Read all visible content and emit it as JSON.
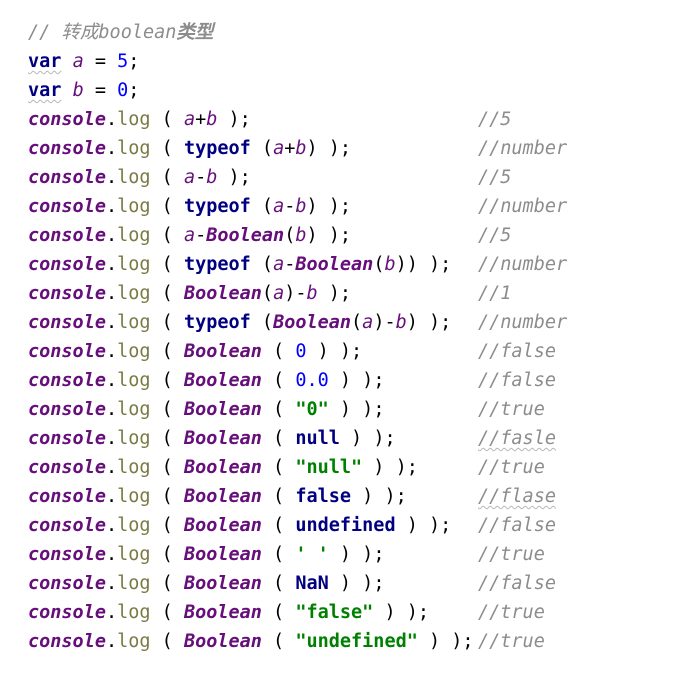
{
  "editor": {
    "lines": [
      [
        {
          "t": "// 转成boolean",
          "c": "t-comment"
        },
        {
          "t": "类型",
          "c": "t-comment-bold"
        }
      ],
      [
        {
          "t": "var",
          "c": "t-kw t-squig"
        },
        {
          "t": " ",
          "c": "t-punct"
        },
        {
          "t": "a",
          "c": "t-var"
        },
        {
          "t": " = ",
          "c": "t-punct"
        },
        {
          "t": "5",
          "c": "t-num"
        },
        {
          "t": ";",
          "c": "t-punct"
        }
      ],
      [
        {
          "t": "var",
          "c": "t-kw t-squig"
        },
        {
          "t": " ",
          "c": "t-punct"
        },
        {
          "t": "b",
          "c": "t-var"
        },
        {
          "t": " = ",
          "c": "t-punct"
        },
        {
          "t": "0",
          "c": "t-num"
        },
        {
          "t": ";",
          "c": "t-punct"
        }
      ],
      [
        {
          "t": "console",
          "c": "t-obj"
        },
        {
          "t": ".",
          "c": "t-punct"
        },
        {
          "t": "log",
          "c": "t-method"
        },
        {
          "t": " ( ",
          "c": "t-punct"
        },
        {
          "t": "a",
          "c": "t-var"
        },
        {
          "t": "+",
          "c": "t-punct"
        },
        {
          "t": "b",
          "c": "t-var"
        },
        {
          "t": " );",
          "c": "t-punct"
        },
        {
          "t": "//5",
          "c": "t-comment",
          "col": true
        }
      ],
      [
        {
          "t": "console",
          "c": "t-obj"
        },
        {
          "t": ".",
          "c": "t-punct"
        },
        {
          "t": "log",
          "c": "t-method"
        },
        {
          "t": " ( ",
          "c": "t-punct"
        },
        {
          "t": "typeof",
          "c": "t-kw"
        },
        {
          "t": " (",
          "c": "t-punct"
        },
        {
          "t": "a",
          "c": "t-var"
        },
        {
          "t": "+",
          "c": "t-punct"
        },
        {
          "t": "b",
          "c": "t-var"
        },
        {
          "t": ") );",
          "c": "t-punct"
        },
        {
          "t": "//number",
          "c": "t-comment",
          "col": true
        }
      ],
      [
        {
          "t": "console",
          "c": "t-obj"
        },
        {
          "t": ".",
          "c": "t-punct"
        },
        {
          "t": "log",
          "c": "t-method"
        },
        {
          "t": " ( ",
          "c": "t-punct"
        },
        {
          "t": "a",
          "c": "t-var"
        },
        {
          "t": "-",
          "c": "t-punct"
        },
        {
          "t": "b",
          "c": "t-var"
        },
        {
          "t": " );",
          "c": "t-punct"
        },
        {
          "t": "//5",
          "c": "t-comment",
          "col": true
        }
      ],
      [
        {
          "t": "console",
          "c": "t-obj"
        },
        {
          "t": ".",
          "c": "t-punct"
        },
        {
          "t": "log",
          "c": "t-method"
        },
        {
          "t": " ( ",
          "c": "t-punct"
        },
        {
          "t": "typeof",
          "c": "t-kw"
        },
        {
          "t": " (",
          "c": "t-punct"
        },
        {
          "t": "a",
          "c": "t-var"
        },
        {
          "t": "-",
          "c": "t-punct"
        },
        {
          "t": "b",
          "c": "t-var"
        },
        {
          "t": ") );",
          "c": "t-punct"
        },
        {
          "t": "//number",
          "c": "t-comment",
          "col": true
        }
      ],
      [
        {
          "t": "console",
          "c": "t-obj"
        },
        {
          "t": ".",
          "c": "t-punct"
        },
        {
          "t": "log",
          "c": "t-method"
        },
        {
          "t": " ( ",
          "c": "t-punct"
        },
        {
          "t": "a",
          "c": "t-var"
        },
        {
          "t": "-",
          "c": "t-punct"
        },
        {
          "t": "Boolean",
          "c": "t-fn"
        },
        {
          "t": "(",
          "c": "t-punct"
        },
        {
          "t": "b",
          "c": "t-var"
        },
        {
          "t": ") );",
          "c": "t-punct"
        },
        {
          "t": "//5",
          "c": "t-comment",
          "col": true
        }
      ],
      [
        {
          "t": "console",
          "c": "t-obj"
        },
        {
          "t": ".",
          "c": "t-punct"
        },
        {
          "t": "log",
          "c": "t-method"
        },
        {
          "t": " ( ",
          "c": "t-punct"
        },
        {
          "t": "typeof",
          "c": "t-kw"
        },
        {
          "t": " (",
          "c": "t-punct"
        },
        {
          "t": "a",
          "c": "t-var"
        },
        {
          "t": "-",
          "c": "t-punct"
        },
        {
          "t": "Boolean",
          "c": "t-fn"
        },
        {
          "t": "(",
          "c": "t-punct"
        },
        {
          "t": "b",
          "c": "t-var"
        },
        {
          "t": ")) );",
          "c": "t-punct"
        },
        {
          "t": "//number",
          "c": "t-comment",
          "col": true
        }
      ],
      [
        {
          "t": "console",
          "c": "t-obj"
        },
        {
          "t": ".",
          "c": "t-punct"
        },
        {
          "t": "log",
          "c": "t-method"
        },
        {
          "t": " ( ",
          "c": "t-punct"
        },
        {
          "t": "Boolean",
          "c": "t-fn"
        },
        {
          "t": "(",
          "c": "t-punct"
        },
        {
          "t": "a",
          "c": "t-var"
        },
        {
          "t": ")-",
          "c": "t-punct"
        },
        {
          "t": "b",
          "c": "t-var"
        },
        {
          "t": " );",
          "c": "t-punct"
        },
        {
          "t": "//1",
          "c": "t-comment",
          "col": true
        }
      ],
      [
        {
          "t": "console",
          "c": "t-obj"
        },
        {
          "t": ".",
          "c": "t-punct"
        },
        {
          "t": "log",
          "c": "t-method"
        },
        {
          "t": " ( ",
          "c": "t-punct"
        },
        {
          "t": "typeof",
          "c": "t-kw"
        },
        {
          "t": " (",
          "c": "t-punct"
        },
        {
          "t": "Boolean",
          "c": "t-fn"
        },
        {
          "t": "(",
          "c": "t-punct"
        },
        {
          "t": "a",
          "c": "t-var"
        },
        {
          "t": ")-",
          "c": "t-punct"
        },
        {
          "t": "b",
          "c": "t-var"
        },
        {
          "t": ") );",
          "c": "t-punct"
        },
        {
          "t": "//number",
          "c": "t-comment",
          "col": true
        }
      ],
      [
        {
          "t": "console",
          "c": "t-obj"
        },
        {
          "t": ".",
          "c": "t-punct"
        },
        {
          "t": "log",
          "c": "t-method"
        },
        {
          "t": " ( ",
          "c": "t-punct"
        },
        {
          "t": "Boolean",
          "c": "t-fn"
        },
        {
          "t": " ( ",
          "c": "t-punct"
        },
        {
          "t": "0",
          "c": "t-num"
        },
        {
          "t": " ) );",
          "c": "t-punct"
        },
        {
          "t": "//false",
          "c": "t-comment",
          "col": true
        }
      ],
      [
        {
          "t": "console",
          "c": "t-obj"
        },
        {
          "t": ".",
          "c": "t-punct"
        },
        {
          "t": "log",
          "c": "t-method"
        },
        {
          "t": " ( ",
          "c": "t-punct"
        },
        {
          "t": "Boolean",
          "c": "t-fn"
        },
        {
          "t": " ( ",
          "c": "t-punct"
        },
        {
          "t": "0.0",
          "c": "t-num"
        },
        {
          "t": " ) );",
          "c": "t-punct"
        },
        {
          "t": "//false",
          "c": "t-comment",
          "col": true
        }
      ],
      [
        {
          "t": "console",
          "c": "t-obj"
        },
        {
          "t": ".",
          "c": "t-punct"
        },
        {
          "t": "log",
          "c": "t-method"
        },
        {
          "t": " ( ",
          "c": "t-punct"
        },
        {
          "t": "Boolean",
          "c": "t-fn"
        },
        {
          "t": " ( ",
          "c": "t-punct"
        },
        {
          "t": "\"0\"",
          "c": "t-str"
        },
        {
          "t": " ) );",
          "c": "t-punct"
        },
        {
          "t": "//true",
          "c": "t-comment",
          "col": true
        }
      ],
      [
        {
          "t": "console",
          "c": "t-obj"
        },
        {
          "t": ".",
          "c": "t-punct"
        },
        {
          "t": "log",
          "c": "t-method"
        },
        {
          "t": " ( ",
          "c": "t-punct"
        },
        {
          "t": "Boolean",
          "c": "t-fn"
        },
        {
          "t": " ( ",
          "c": "t-punct"
        },
        {
          "t": "null",
          "c": "t-kw"
        },
        {
          "t": " ) );",
          "c": "t-punct"
        },
        {
          "t": "//fasle",
          "c": "t-comment t-squig",
          "col": true
        }
      ],
      [
        {
          "t": "console",
          "c": "t-obj"
        },
        {
          "t": ".",
          "c": "t-punct"
        },
        {
          "t": "log",
          "c": "t-method"
        },
        {
          "t": " ( ",
          "c": "t-punct"
        },
        {
          "t": "Boolean",
          "c": "t-fn"
        },
        {
          "t": " ( ",
          "c": "t-punct"
        },
        {
          "t": "\"null\"",
          "c": "t-str"
        },
        {
          "t": " ) );",
          "c": "t-punct"
        },
        {
          "t": "//true",
          "c": "t-comment",
          "col": true
        }
      ],
      [
        {
          "t": "console",
          "c": "t-obj"
        },
        {
          "t": ".",
          "c": "t-punct"
        },
        {
          "t": "log",
          "c": "t-method"
        },
        {
          "t": " ( ",
          "c": "t-punct"
        },
        {
          "t": "Boolean",
          "c": "t-fn"
        },
        {
          "t": " ( ",
          "c": "t-punct"
        },
        {
          "t": "false",
          "c": "t-kw"
        },
        {
          "t": " ) );",
          "c": "t-punct"
        },
        {
          "t": "//flase",
          "c": "t-comment t-squig",
          "col": true
        }
      ],
      [
        {
          "t": "console",
          "c": "t-obj"
        },
        {
          "t": ".",
          "c": "t-punct"
        },
        {
          "t": "log",
          "c": "t-method"
        },
        {
          "t": " ( ",
          "c": "t-punct"
        },
        {
          "t": "Boolean",
          "c": "t-fn"
        },
        {
          "t": " ( ",
          "c": "t-punct"
        },
        {
          "t": "undefined",
          "c": "t-kw"
        },
        {
          "t": " ) );",
          "c": "t-punct"
        },
        {
          "t": "//false",
          "c": "t-comment",
          "col": true
        }
      ],
      [
        {
          "t": "console",
          "c": "t-obj"
        },
        {
          "t": ".",
          "c": "t-punct"
        },
        {
          "t": "log",
          "c": "t-method"
        },
        {
          "t": " ( ",
          "c": "t-punct"
        },
        {
          "t": "Boolean",
          "c": "t-fn"
        },
        {
          "t": " ( ",
          "c": "t-punct"
        },
        {
          "t": "' '",
          "c": "t-str"
        },
        {
          "t": " ) );",
          "c": "t-punct"
        },
        {
          "t": "//true",
          "c": "t-comment",
          "col": true
        }
      ],
      [
        {
          "t": "console",
          "c": "t-obj"
        },
        {
          "t": ".",
          "c": "t-punct"
        },
        {
          "t": "log",
          "c": "t-method"
        },
        {
          "t": " ( ",
          "c": "t-punct"
        },
        {
          "t": "Boolean",
          "c": "t-fn"
        },
        {
          "t": " ( ",
          "c": "t-punct"
        },
        {
          "t": "NaN",
          "c": "t-kw"
        },
        {
          "t": " ) );",
          "c": "t-punct"
        },
        {
          "t": "//false",
          "c": "t-comment",
          "col": true
        }
      ],
      [
        {
          "t": "console",
          "c": "t-obj"
        },
        {
          "t": ".",
          "c": "t-punct"
        },
        {
          "t": "log",
          "c": "t-method"
        },
        {
          "t": " ( ",
          "c": "t-punct"
        },
        {
          "t": "Boolean",
          "c": "t-fn"
        },
        {
          "t": " ( ",
          "c": "t-punct"
        },
        {
          "t": "\"false\"",
          "c": "t-str"
        },
        {
          "t": " ) );",
          "c": "t-punct"
        },
        {
          "t": "//true",
          "c": "t-comment",
          "col": true
        }
      ],
      [
        {
          "t": "console",
          "c": "t-obj"
        },
        {
          "t": ".",
          "c": "t-punct"
        },
        {
          "t": "log",
          "c": "t-method"
        },
        {
          "t": " ( ",
          "c": "t-punct"
        },
        {
          "t": "Boolean",
          "c": "t-fn"
        },
        {
          "t": " ( ",
          "c": "t-punct"
        },
        {
          "t": "\"undefined\"",
          "c": "t-str"
        },
        {
          "t": " ) ); ",
          "c": "t-punct"
        },
        {
          "t": "//true",
          "c": "t-comment",
          "col": true
        }
      ]
    ]
  },
  "colors": {
    "comment": "#8c8c8c",
    "keyword": "#000080",
    "variable": "#660e7a",
    "number": "#0000ff",
    "string": "#008000",
    "method": "#7a7a43"
  }
}
